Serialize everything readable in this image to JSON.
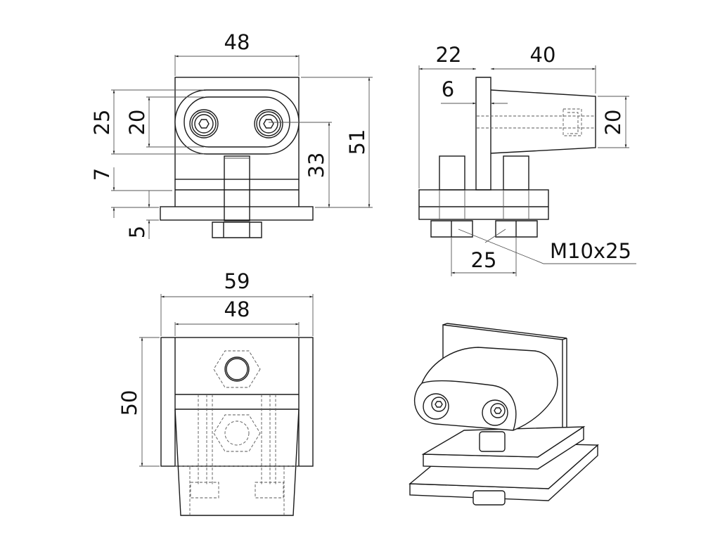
{
  "drawing": {
    "title": "Technical drawing of mounting bracket with oval clamp head",
    "views": {
      "front": {
        "name": "Front view",
        "dimensions": {
          "width_top": "48",
          "overall_height": "51",
          "oval_outer_height": "25",
          "oval_inner_height": "20",
          "axis_height": "33",
          "base_upper_thickness": "7",
          "base_plate_thickness": "5"
        }
      },
      "side": {
        "name": "Side view",
        "dimensions": {
          "rear_offset": "22",
          "head_length": "40",
          "plate_thickness": "6",
          "head_height": "20",
          "bolt_spacing": "25"
        },
        "callout": "M10x25"
      },
      "top": {
        "name": "Top view",
        "dimensions": {
          "overall_width": "59",
          "inner_width": "48",
          "depth": "50"
        }
      },
      "iso": {
        "name": "Isometric view"
      }
    }
  }
}
